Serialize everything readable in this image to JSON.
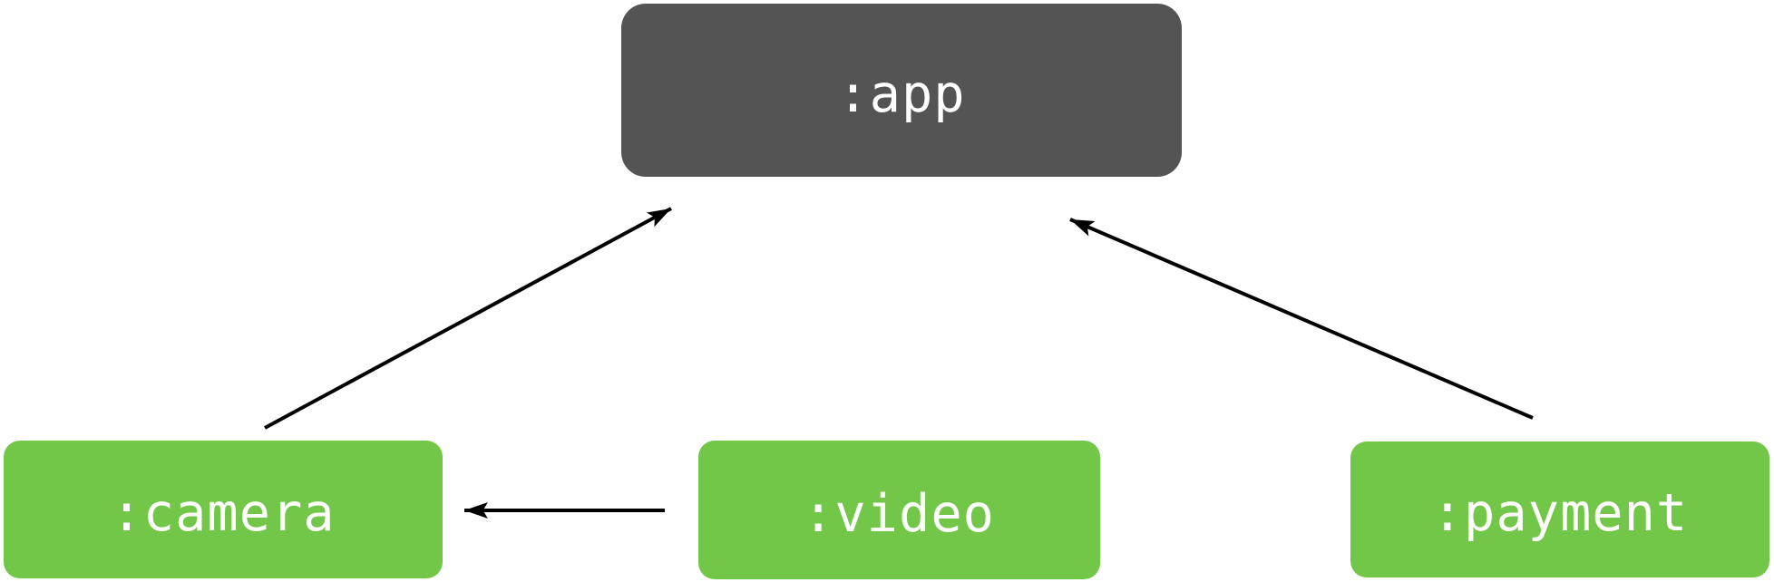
{
  "nodes": {
    "app": {
      "label": ":app",
      "fill": "#545454",
      "text_color": "#ffffff"
    },
    "camera": {
      "label": ":camera",
      "fill": "#72C648",
      "text_color": "#ffffff"
    },
    "video": {
      "label": ":video",
      "fill": "#72C648",
      "text_color": "#ffffff"
    },
    "payment": {
      "label": ":payment",
      "fill": "#72C648",
      "text_color": "#ffffff"
    }
  },
  "edges": [
    {
      "from": ":camera",
      "to": ":app"
    },
    {
      "from": ":payment",
      "to": ":app"
    },
    {
      "from": ":video",
      "to": ":camera"
    }
  ],
  "edge_color": "#000000",
  "background_color": "#ffffff"
}
